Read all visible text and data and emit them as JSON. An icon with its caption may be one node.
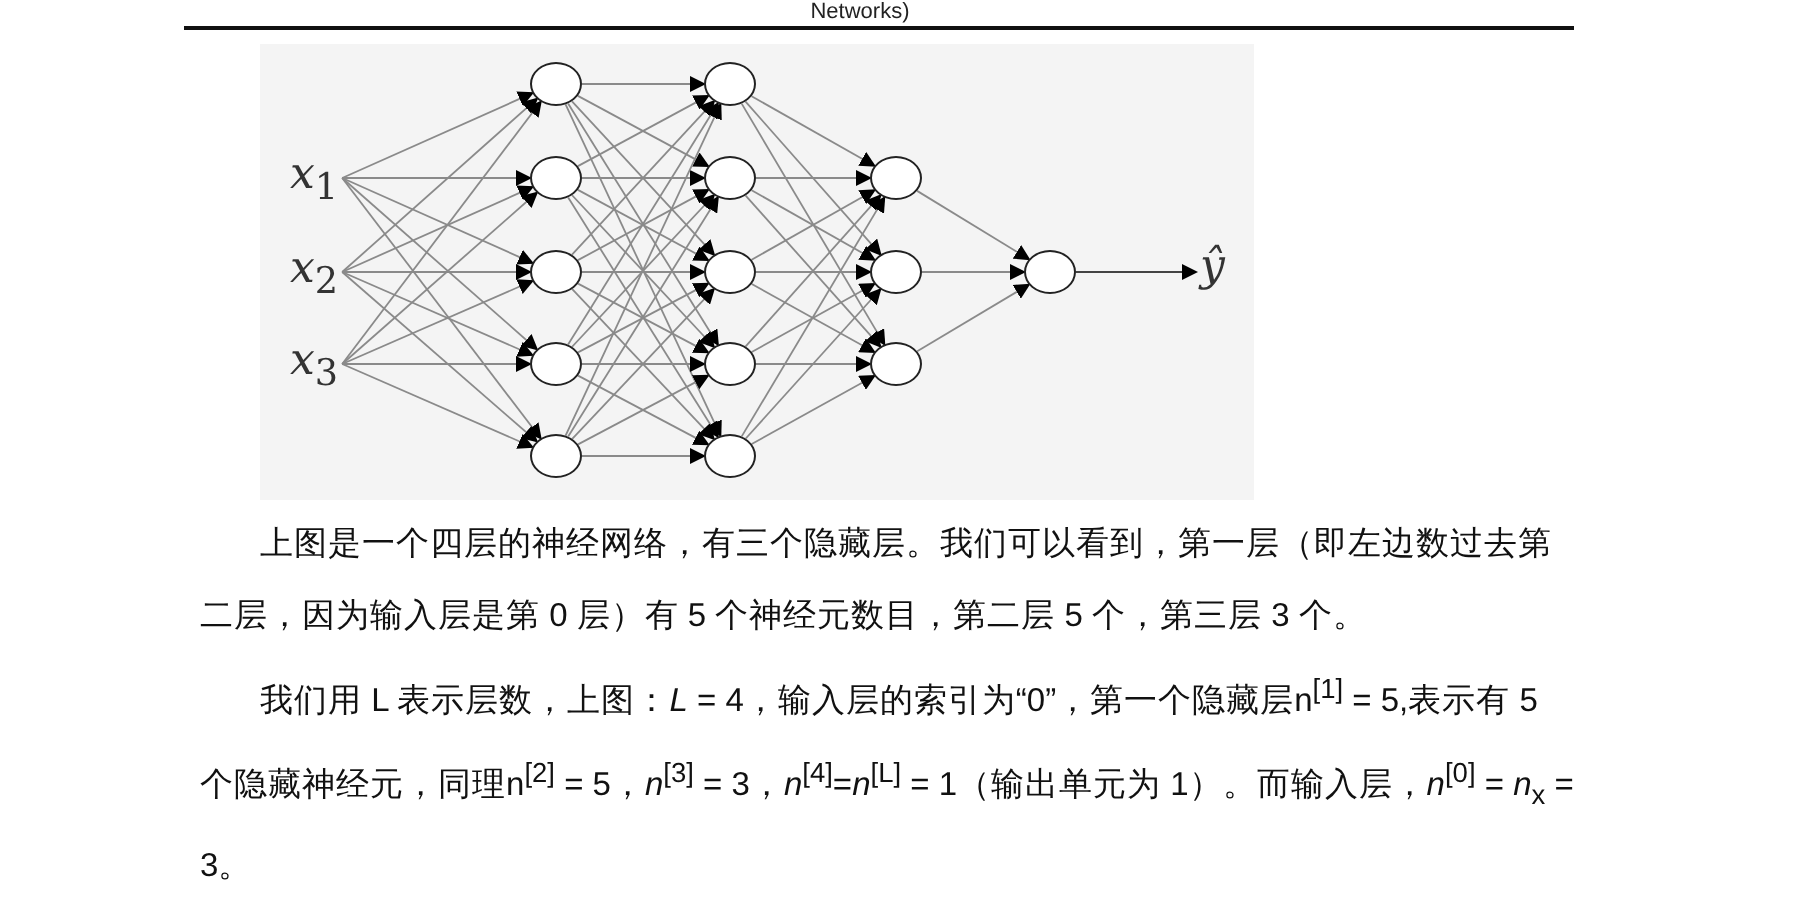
{
  "diagram": {
    "nodes": [
      {
        "text": [
          "*x*$_{1}$"
        ]
      },
      {
        "text": [
          "*x*$_{2}$"
        ]
      },
      {
        "text": [
          "*x*$_{3}$"
        ]
      },
      {
        "text": [],
        "shape": "circle"
      },
      {
        "text": [],
        "shape": "circle"
      },
      {
        "text": [],
        "shape": "circle"
      },
      {
        "text": [],
        "shape": "circle"
      },
      {
        "text": [],
        "shape": "circle"
      },
      {
        "text": [],
        "shape": "circle"
      },
      {
        "text": [],
        "shape": "circle"
      },
      {
        "text": [],
        "shape": "circle"
      },
      {
        "text": [],
        "shape": "circle"
      },
      {
        "text": [],
        "shape": "circle"
      },
      {
        "text": [],
        "shape": "circle"
      },
      {
        "text": [],
        "shape": "circle"
      },
      {
        "text": [],
        "shape": "circle"
      },
      {
        "text": [],
        "shape": "circle"
      },
      {
        "text": [
          "ŷ"
        ]
      }
    ],
    "edges": [
      {
        "from": 0,
        "to": 3,
        "arrow": "to"
      },
      {
        "from": 0,
        "to": 4,
        "arrow": "to"
      },
      {
        "from": 0,
        "to": 5,
        "arrow": "to"
      },
      {
        "from": 0,
        "to": 6,
        "arrow": "to"
      },
      {
        "from": 0,
        "to": 7,
        "arrow": "to"
      },
      {
        "from": 1,
        "to": 3,
        "arrow": "to"
      },
      {
        "from": 1,
        "to": 4,
        "arrow": "to"
      },
      {
        "from": 1,
        "to": 5,
        "arrow": "to"
      },
      {
        "from": 1,
        "to": 6,
        "arrow": "to"
      },
      {
        "from": 1,
        "to": 7,
        "arrow": "to"
      },
      {
        "from": 2,
        "to": 3,
        "arrow": "to"
      },
      {
        "from": 2,
        "to": 4,
        "arrow": "to"
      },
      {
        "from": 2,
        "to": 5,
        "arrow": "to"
      },
      {
        "from": 2,
        "to": 6,
        "arrow": "to"
      },
      {
        "from": 2,
        "to": 7,
        "arrow": "to"
      },
      {
        "from": 3,
        "to": 8,
        "arrow": "to"
      },
      {
        "from": 3,
        "to": 9,
        "arrow": "to"
      },
      {
        "from": 3,
        "to": 10,
        "arrow": "to"
      },
      {
        "from": 3,
        "to": 11,
        "arrow": "to"
      },
      {
        "from": 3,
        "to": 12,
        "arrow": "to"
      },
      {
        "from": 4,
        "to": 8,
        "arrow": "to"
      },
      {
        "from": 4,
        "to": 9,
        "arrow": "to"
      },
      {
        "from": 4,
        "to": 10,
        "arrow": "to"
      },
      {
        "from": 4,
        "to": 11,
        "arrow": "to"
      },
      {
        "from": 4,
        "to": 12,
        "arrow": "to"
      },
      {
        "from": 5,
        "to": 8,
        "arrow": "to"
      },
      {
        "from": 5,
        "to": 9,
        "arrow": "to"
      },
      {
        "from": 5,
        "to": 10,
        "arrow": "to"
      },
      {
        "from": 5,
        "to": 11,
        "arrow": "to"
      },
      {
        "from": 5,
        "to": 12,
        "arrow": "to"
      },
      {
        "from": 6,
        "to": 8,
        "arrow": "to"
      },
      {
        "from": 6,
        "to": 9,
        "arrow": "to"
      },
      {
        "from": 6,
        "to": 10,
        "arrow": "to"
      },
      {
        "from": 6,
        "to": 11,
        "arrow": "to"
      },
      {
        "from": 6,
        "to": 12,
        "arrow": "to"
      },
      {
        "from": 7,
        "to": 8,
        "arrow": "to"
      },
      {
        "from": 7,
        "to": 9,
        "arrow": "to"
      },
      {
        "from": 7,
        "to": 10,
        "arrow": "to"
      },
      {
        "from": 7,
        "to": 11,
        "arrow": "to"
      },
      {
        "from": 7,
        "to": 12,
        "arrow": "to"
      },
      {
        "from": 8,
        "to": 13,
        "arrow": "to"
      },
      {
        "from": 8,
        "to": 14,
        "arrow": "to"
      },
      {
        "from": 8,
        "to": 15,
        "arrow": "to"
      },
      {
        "from": 9,
        "to": 13,
        "arrow": "to"
      },
      {
        "from": 9,
        "to": 14,
        "arrow": "to"
      },
      {
        "from": 9,
        "to": 15,
        "arrow": "to"
      },
      {
        "from": 10,
        "to": 13,
        "arrow": "to"
      },
      {
        "from": 10,
        "to": 14,
        "arrow": "to"
      },
      {
        "from": 10,
        "to": 15,
        "arrow": "to"
      },
      {
        "from": 11,
        "to": 13,
        "arrow": "to"
      },
      {
        "from": 11,
        "to": 14,
        "arrow": "to"
      },
      {
        "from": 11,
        "to": 15,
        "arrow": "to"
      },
      {
        "from": 12,
        "to": 13,
        "arrow": "to"
      },
      {
        "from": 12,
        "to": 14,
        "arrow": "to"
      },
      {
        "from": 12,
        "to": 15,
        "arrow": "to"
      },
      {
        "from": 13,
        "to": 16,
        "arrow": "to"
      },
      {
        "from": 14,
        "to": 16,
        "arrow": "to"
      },
      {
        "from": 15,
        "to": 16,
        "arrow": "to"
      },
      {
        "from": 16,
        "to": 17,
        "arrow": "to"
      }
    ],
    "labels": [
      "Networks)",
      "上图是一个四层的神经网络，有三个隐藏层。我们可以看到，第一层（即左边数过去第二层，因为输入层是第 0 层）有 5 个神经元数目，第二层 5 个，第三层 3 个。",
      "我们用 L 表示层数，上图：*L* = 4，输入层的索引为“0”，第一个隐藏层n$^{[1]}$ = 5,表示有 5 个隐藏神经元，同理n$^{[2]}$ = 5，*n*$^{[3]}$ = 3，*n*$^{[4]}$=*n*$^{[L]}$ = 1（输出单元为 1）。而输入层，*n*$^{[0]}$ = *n*$_{x}$ = 3。"
    ]
  }
}
